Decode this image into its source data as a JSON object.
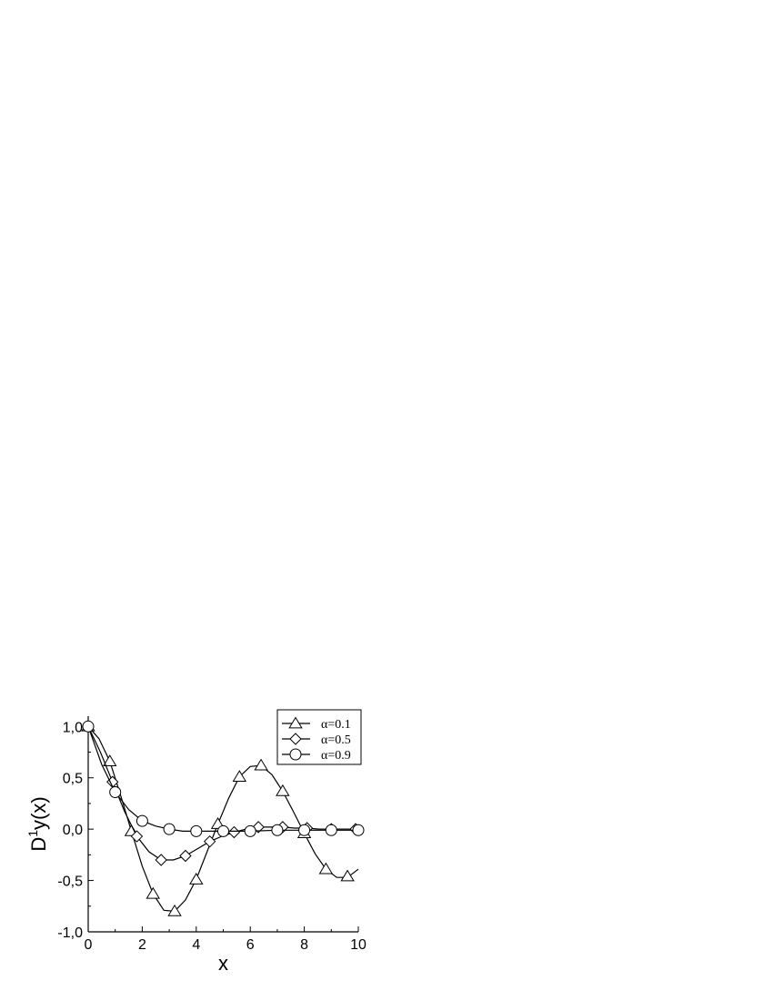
{
  "chart_data": {
    "type": "line",
    "xlabel": "x",
    "ylabel": "D",
    "ylabel_superscript": "1",
    "ylabel_suffix": "y(x)",
    "xlim": [
      0,
      10
    ],
    "ylim": [
      -1.0,
      1.1
    ],
    "xticks": [
      0,
      2,
      4,
      6,
      8,
      10
    ],
    "xtick_labels": [
      "0",
      "2",
      "4",
      "6",
      "8",
      "10"
    ],
    "yticks": [
      -1.0,
      -0.5,
      0.0,
      0.5,
      1.0
    ],
    "ytick_labels": [
      "-1,0",
      "-0,5",
      "0,0",
      "0,5",
      "1,0"
    ],
    "grid": false,
    "legend_position": "top-right",
    "series": [
      {
        "name": "α=0.1",
        "marker": "triangle",
        "x": [
          0,
          0.8,
          1.6,
          2.4,
          3.2,
          4.0,
          4.8,
          5.6,
          6.4,
          7.2,
          8.0,
          8.8,
          9.6
        ],
        "y": [
          1.0,
          0.66,
          -0.02,
          -0.63,
          -0.8,
          -0.49,
          0.05,
          0.51,
          0.62,
          0.37,
          -0.04,
          -0.39,
          -0.46
        ],
        "curve_x": [
          0,
          0.4,
          0.8,
          1.2,
          1.6,
          2.0,
          2.4,
          2.8,
          3.2,
          3.6,
          4.0,
          4.4,
          4.8,
          5.2,
          5.6,
          6.0,
          6.4,
          6.8,
          7.2,
          7.6,
          8.0,
          8.4,
          8.8,
          9.2,
          9.6,
          10.0
        ],
        "curve_y": [
          1.0,
          0.88,
          0.66,
          0.33,
          -0.02,
          -0.36,
          -0.63,
          -0.79,
          -0.8,
          -0.69,
          -0.49,
          -0.22,
          0.05,
          0.3,
          0.51,
          0.61,
          0.62,
          0.53,
          0.37,
          0.17,
          -0.04,
          -0.24,
          -0.39,
          -0.47,
          -0.47,
          -0.39
        ]
      },
      {
        "name": "α=0.5",
        "marker": "diamond",
        "x": [
          0,
          0.9,
          1.8,
          2.7,
          3.6,
          4.5,
          5.4,
          6.3,
          7.2,
          8.1,
          9.0,
          9.9
        ],
        "y": [
          1.0,
          0.46,
          -0.07,
          -0.3,
          -0.26,
          -0.12,
          -0.03,
          0.02,
          0.02,
          0.01,
          0.0,
          0.0
        ],
        "curve_x": [
          0,
          0.45,
          0.9,
          1.35,
          1.8,
          2.25,
          2.7,
          3.15,
          3.6,
          4.05,
          4.5,
          4.95,
          5.4,
          5.85,
          6.3,
          6.75,
          7.2,
          7.65,
          8.1,
          8.55,
          9.0,
          9.45,
          9.9,
          10.0
        ],
        "curve_y": [
          1.0,
          0.75,
          0.46,
          0.17,
          -0.07,
          -0.22,
          -0.3,
          -0.3,
          -0.26,
          -0.19,
          -0.12,
          -0.07,
          -0.03,
          0.0,
          0.02,
          0.02,
          0.02,
          0.01,
          0.01,
          0.0,
          0.0,
          0.0,
          0.0,
          0.0
        ]
      },
      {
        "name": "α=0.9",
        "marker": "circle",
        "x": [
          0,
          1.0,
          2.0,
          3.0,
          4.0,
          5.0,
          6.0,
          7.0,
          8.0,
          9.0,
          10.0
        ],
        "y": [
          1.0,
          0.36,
          0.08,
          0.0,
          -0.02,
          -0.02,
          -0.02,
          -0.01,
          -0.01,
          -0.01,
          -0.01
        ],
        "curve_x": [
          0,
          0.5,
          1.0,
          1.5,
          2.0,
          2.5,
          3.0,
          3.5,
          4.0,
          5.0,
          6.0,
          7.0,
          8.0,
          9.0,
          10.0
        ],
        "curve_y": [
          1.0,
          0.63,
          0.36,
          0.19,
          0.08,
          0.03,
          0.0,
          -0.02,
          -0.02,
          -0.02,
          -0.02,
          -0.01,
          -0.01,
          -0.01,
          -0.01
        ]
      }
    ]
  }
}
